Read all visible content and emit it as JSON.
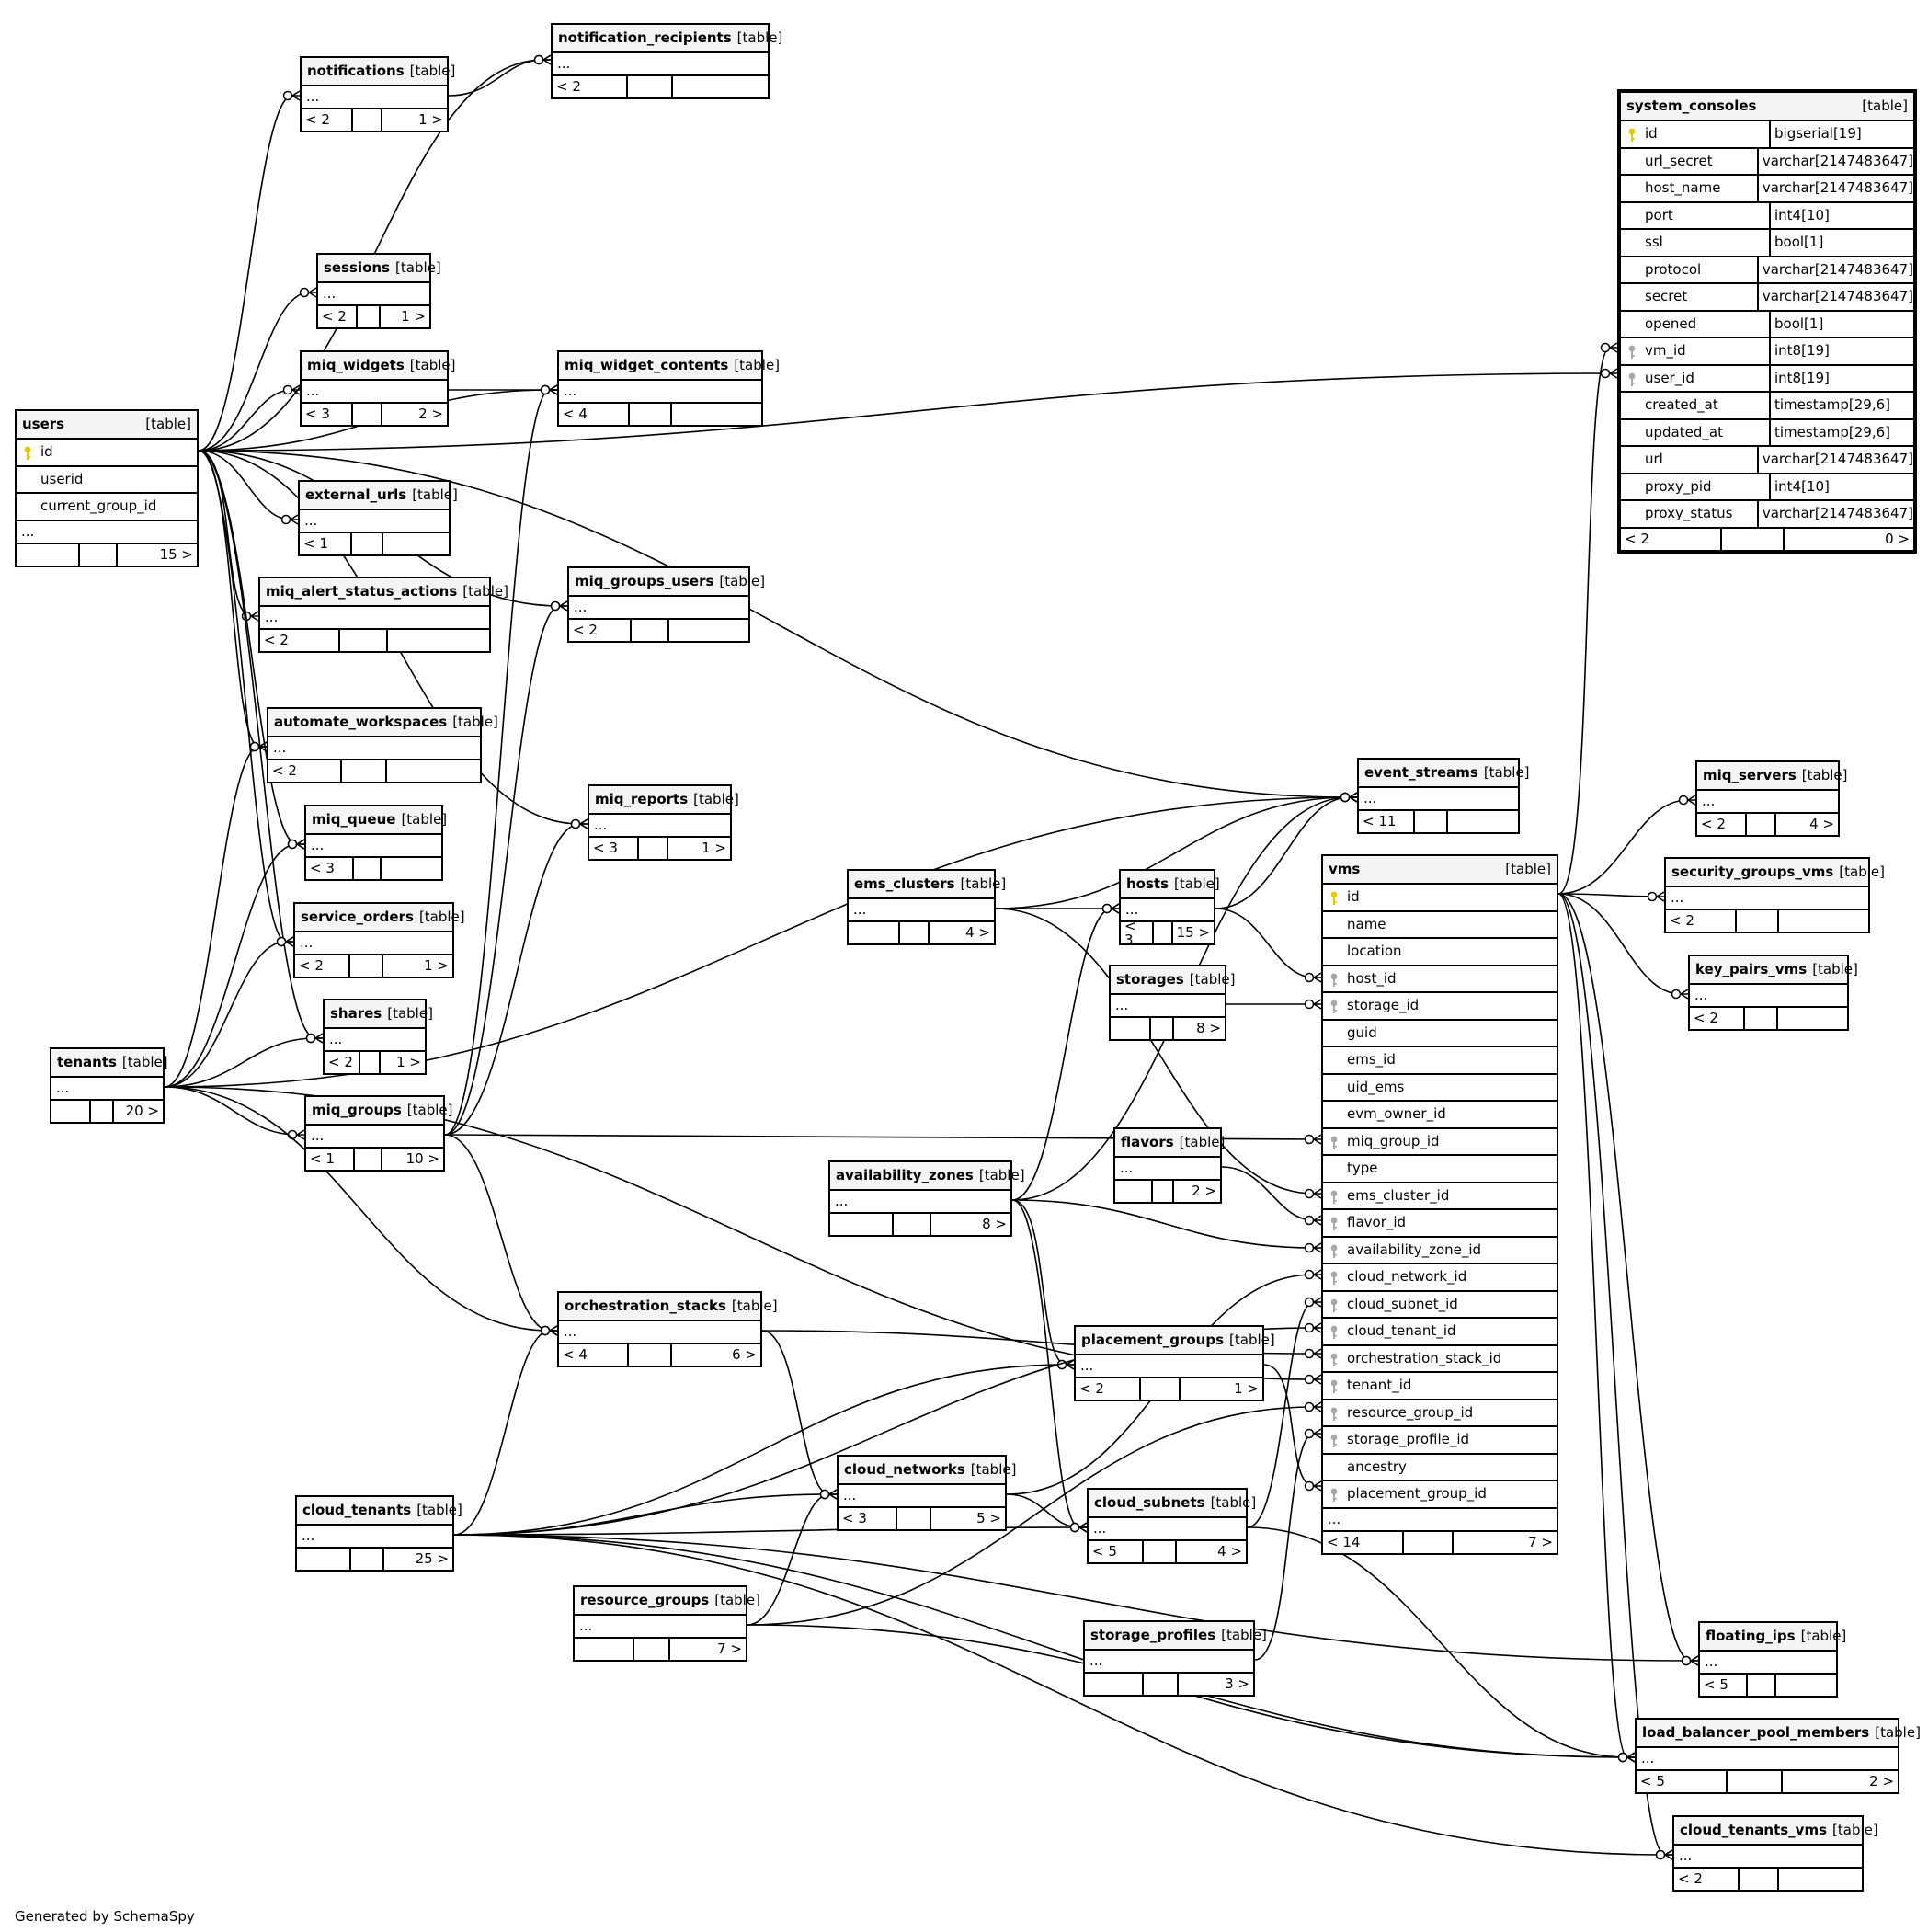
{
  "footer": "Generated by SchemaSpy",
  "colors": {
    "line": "#000000",
    "pk_key": "#e6c800",
    "fk_key": "#a8a8a8",
    "header_bg": "#f4f4f4"
  },
  "tables": [
    {
      "id": "notifications",
      "name": "notifications",
      "kind": "[table]",
      "rows": [],
      "ellipsis": "...",
      "ftr": [
        "< 2",
        "",
        "1 >"
      ]
    },
    {
      "id": "notification_recipients",
      "name": "notification_recipients",
      "kind": "[table]",
      "rows": [],
      "ellipsis": "...",
      "ftr": [
        "< 2",
        "",
        ""
      ]
    },
    {
      "id": "sessions",
      "name": "sessions",
      "kind": "[table]",
      "rows": [],
      "ellipsis": "...",
      "ftr": [
        "< 2",
        "",
        "1 >"
      ]
    },
    {
      "id": "miq_widgets",
      "name": "miq_widgets",
      "kind": "[table]",
      "rows": [],
      "ellipsis": "...",
      "ftr": [
        "< 3",
        "",
        "2 >"
      ]
    },
    {
      "id": "miq_widget_contents",
      "name": "miq_widget_contents",
      "kind": "[table]",
      "rows": [],
      "ellipsis": "...",
      "ftr": [
        "< 4",
        "",
        ""
      ]
    },
    {
      "id": "users",
      "name": "users",
      "kind": "[table]",
      "rows": [
        {
          "n": "id",
          "t": "",
          "k": "pk"
        },
        {
          "n": "userid",
          "t": "",
          "k": ""
        },
        {
          "n": "current_group_id",
          "t": "",
          "k": ""
        }
      ],
      "ellipsis": "...",
      "ftr": [
        "",
        "",
        "15 >"
      ]
    },
    {
      "id": "external_urls",
      "name": "external_urls",
      "kind": "[table]",
      "rows": [],
      "ellipsis": "...",
      "ftr": [
        "< 1",
        "",
        ""
      ]
    },
    {
      "id": "miq_alert_status_actions",
      "name": "miq_alert_status_actions",
      "kind": "[table]",
      "rows": [],
      "ellipsis": "...",
      "ftr": [
        "< 2",
        "",
        ""
      ]
    },
    {
      "id": "miq_groups_users",
      "name": "miq_groups_users",
      "kind": "[table]",
      "rows": [],
      "ellipsis": "...",
      "ftr": [
        "< 2",
        "",
        ""
      ]
    },
    {
      "id": "automate_workspaces",
      "name": "automate_workspaces",
      "kind": "[table]",
      "rows": [],
      "ellipsis": "...",
      "ftr": [
        "< 2",
        "",
        ""
      ]
    },
    {
      "id": "miq_queue",
      "name": "miq_queue",
      "kind": "[table]",
      "rows": [],
      "ellipsis": "...",
      "ftr": [
        "< 3",
        "",
        ""
      ]
    },
    {
      "id": "miq_reports",
      "name": "miq_reports",
      "kind": "[table]",
      "rows": [],
      "ellipsis": "...",
      "ftr": [
        "< 3",
        "",
        "1 >"
      ]
    },
    {
      "id": "service_orders",
      "name": "service_orders",
      "kind": "[table]",
      "rows": [],
      "ellipsis": "...",
      "ftr": [
        "< 2",
        "",
        "1 >"
      ]
    },
    {
      "id": "shares",
      "name": "shares",
      "kind": "[table]",
      "rows": [],
      "ellipsis": "...",
      "ftr": [
        "< 2",
        "",
        "1 >"
      ]
    },
    {
      "id": "tenants",
      "name": "tenants",
      "kind": "[table]",
      "rows": [],
      "ellipsis": "...",
      "ftr": [
        "",
        "",
        "20 >"
      ]
    },
    {
      "id": "miq_groups",
      "name": "miq_groups",
      "kind": "[table]",
      "rows": [],
      "ellipsis": "...",
      "ftr": [
        "< 1",
        "",
        "10 >"
      ]
    },
    {
      "id": "event_streams",
      "name": "event_streams",
      "kind": "[table]",
      "rows": [],
      "ellipsis": "...",
      "ftr": [
        "< 11",
        "",
        ""
      ]
    },
    {
      "id": "ems_clusters",
      "name": "ems_clusters",
      "kind": "[table]",
      "rows": [],
      "ellipsis": "...",
      "ftr": [
        "",
        "",
        "4 >"
      ]
    },
    {
      "id": "hosts",
      "name": "hosts",
      "kind": "[table]",
      "rows": [],
      "ellipsis": "...",
      "ftr": [
        "< 3",
        "",
        "15 >"
      ]
    },
    {
      "id": "storages",
      "name": "storages",
      "kind": "[table]",
      "rows": [],
      "ellipsis": "...",
      "ftr": [
        "",
        "",
        "8 >"
      ]
    },
    {
      "id": "flavors",
      "name": "flavors",
      "kind": "[table]",
      "rows": [],
      "ellipsis": "...",
      "ftr": [
        "",
        "",
        "2 >"
      ]
    },
    {
      "id": "availability_zones",
      "name": "availability_zones",
      "kind": "[table]",
      "rows": [],
      "ellipsis": "...",
      "ftr": [
        "",
        "",
        "8 >"
      ]
    },
    {
      "id": "orchestration_stacks",
      "name": "orchestration_stacks",
      "kind": "[table]",
      "rows": [],
      "ellipsis": "...",
      "ftr": [
        "< 4",
        "",
        "6 >"
      ]
    },
    {
      "id": "placement_groups",
      "name": "placement_groups",
      "kind": "[table]",
      "rows": [],
      "ellipsis": "...",
      "ftr": [
        "< 2",
        "",
        "1 >"
      ]
    },
    {
      "id": "cloud_networks",
      "name": "cloud_networks",
      "kind": "[table]",
      "rows": [],
      "ellipsis": "...",
      "ftr": [
        "< 3",
        "",
        "5 >"
      ]
    },
    {
      "id": "cloud_subnets",
      "name": "cloud_subnets",
      "kind": "[table]",
      "rows": [],
      "ellipsis": "...",
      "ftr": [
        "< 5",
        "",
        "4 >"
      ]
    },
    {
      "id": "cloud_tenants",
      "name": "cloud_tenants",
      "kind": "[table]",
      "rows": [],
      "ellipsis": "...",
      "ftr": [
        "",
        "",
        "25 >"
      ]
    },
    {
      "id": "resource_groups",
      "name": "resource_groups",
      "kind": "[table]",
      "rows": [],
      "ellipsis": "...",
      "ftr": [
        "",
        "",
        "7 >"
      ]
    },
    {
      "id": "storage_profiles",
      "name": "storage_profiles",
      "kind": "[table]",
      "rows": [],
      "ellipsis": "...",
      "ftr": [
        "",
        "",
        "3 >"
      ]
    },
    {
      "id": "vms",
      "name": "vms",
      "kind": "[table]",
      "rows": [
        {
          "n": "id",
          "t": "",
          "k": "pk"
        },
        {
          "n": "name",
          "t": "",
          "k": ""
        },
        {
          "n": "location",
          "t": "",
          "k": ""
        },
        {
          "n": "host_id",
          "t": "",
          "k": "fk"
        },
        {
          "n": "storage_id",
          "t": "",
          "k": "fk"
        },
        {
          "n": "guid",
          "t": "",
          "k": ""
        },
        {
          "n": "ems_id",
          "t": "",
          "k": ""
        },
        {
          "n": "uid_ems",
          "t": "",
          "k": ""
        },
        {
          "n": "evm_owner_id",
          "t": "",
          "k": ""
        },
        {
          "n": "miq_group_id",
          "t": "",
          "k": "fk"
        },
        {
          "n": "type",
          "t": "",
          "k": ""
        },
        {
          "n": "ems_cluster_id",
          "t": "",
          "k": "fk"
        },
        {
          "n": "flavor_id",
          "t": "",
          "k": "fk"
        },
        {
          "n": "availability_zone_id",
          "t": "",
          "k": "fk"
        },
        {
          "n": "cloud_network_id",
          "t": "",
          "k": "fk"
        },
        {
          "n": "cloud_subnet_id",
          "t": "",
          "k": "fk"
        },
        {
          "n": "cloud_tenant_id",
          "t": "",
          "k": "fk"
        },
        {
          "n": "orchestration_stack_id",
          "t": "",
          "k": "fk"
        },
        {
          "n": "tenant_id",
          "t": "",
          "k": "fk"
        },
        {
          "n": "resource_group_id",
          "t": "",
          "k": "fk"
        },
        {
          "n": "storage_profile_id",
          "t": "",
          "k": "fk"
        },
        {
          "n": "ancestry",
          "t": "",
          "k": ""
        },
        {
          "n": "placement_group_id",
          "t": "",
          "k": "fk"
        }
      ],
      "ellipsis": "...",
      "ftr": [
        "< 14",
        "",
        "7 >"
      ]
    },
    {
      "id": "system_consoles",
      "name": "system_consoles",
      "kind": "[table]",
      "rows": [
        {
          "n": "id",
          "t": "bigserial[19]",
          "k": "pk"
        },
        {
          "n": "url_secret",
          "t": "varchar[2147483647]",
          "k": ""
        },
        {
          "n": "host_name",
          "t": "varchar[2147483647]",
          "k": ""
        },
        {
          "n": "port",
          "t": "int4[10]",
          "k": ""
        },
        {
          "n": "ssl",
          "t": "bool[1]",
          "k": ""
        },
        {
          "n": "protocol",
          "t": "varchar[2147483647]",
          "k": ""
        },
        {
          "n": "secret",
          "t": "varchar[2147483647]",
          "k": ""
        },
        {
          "n": "opened",
          "t": "bool[1]",
          "k": ""
        },
        {
          "n": "vm_id",
          "t": "int8[19]",
          "k": "fk"
        },
        {
          "n": "user_id",
          "t": "int8[19]",
          "k": "fk"
        },
        {
          "n": "created_at",
          "t": "timestamp[29,6]",
          "k": ""
        },
        {
          "n": "updated_at",
          "t": "timestamp[29,6]",
          "k": ""
        },
        {
          "n": "url",
          "t": "varchar[2147483647]",
          "k": ""
        },
        {
          "n": "proxy_pid",
          "t": "int4[10]",
          "k": ""
        },
        {
          "n": "proxy_status",
          "t": "varchar[2147483647]",
          "k": ""
        }
      ],
      "ellipsis": "",
      "ftr": [
        "< 2",
        "",
        "0 >"
      ]
    },
    {
      "id": "miq_servers",
      "name": "miq_servers",
      "kind": "[table]",
      "rows": [],
      "ellipsis": "...",
      "ftr": [
        "< 2",
        "",
        "4 >"
      ]
    },
    {
      "id": "security_groups_vms",
      "name": "security_groups_vms",
      "kind": "[table]",
      "rows": [],
      "ellipsis": "...",
      "ftr": [
        "< 2",
        "",
        ""
      ]
    },
    {
      "id": "key_pairs_vms",
      "name": "key_pairs_vms",
      "kind": "[table]",
      "rows": [],
      "ellipsis": "...",
      "ftr": [
        "< 2",
        "",
        ""
      ]
    },
    {
      "id": "floating_ips",
      "name": "floating_ips",
      "kind": "[table]",
      "rows": [],
      "ellipsis": "...",
      "ftr": [
        "< 5",
        "",
        ""
      ]
    },
    {
      "id": "load_balancer_pool_members",
      "name": "load_balancer_pool_members",
      "kind": "[table]",
      "rows": [],
      "ellipsis": "...",
      "ftr": [
        "< 5",
        "",
        "2 >"
      ]
    },
    {
      "id": "cloud_tenants_vms",
      "name": "cloud_tenants_vms",
      "kind": "[table]",
      "rows": [],
      "ellipsis": "...",
      "ftr": [
        "< 2",
        "",
        ""
      ]
    }
  ]
}
